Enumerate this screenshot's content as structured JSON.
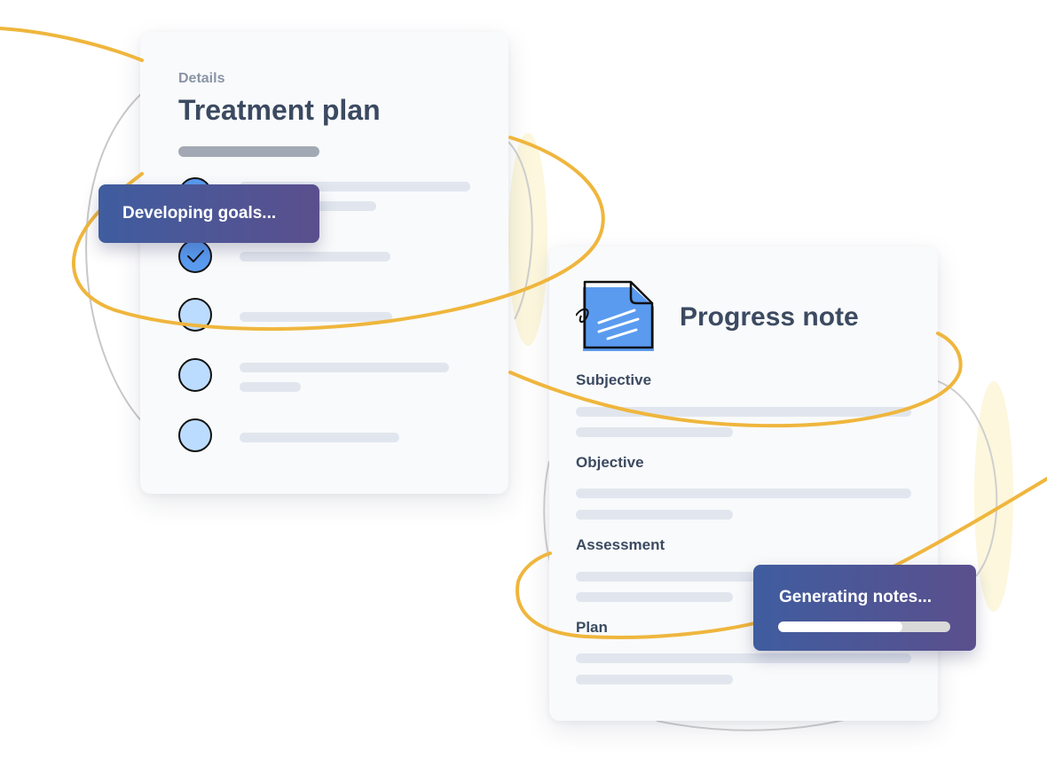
{
  "treatment_plan": {
    "subtitle": "Details",
    "title": "Treatment plan"
  },
  "developing_status": {
    "label": "Developing goals..."
  },
  "progress_note": {
    "title": "Progress note",
    "sections": [
      "Subjective",
      "Objective",
      "Assessment",
      "Plan"
    ]
  },
  "generating_status": {
    "label": "Generating notes...",
    "progress": 0.72
  },
  "colors": {
    "accent_yellow": "#efb63d",
    "pill_start": "#3f5d9f",
    "pill_end": "#5b4f8d",
    "check_blue": "#5a9bf0",
    "circle_blue": "#bcdcff"
  }
}
